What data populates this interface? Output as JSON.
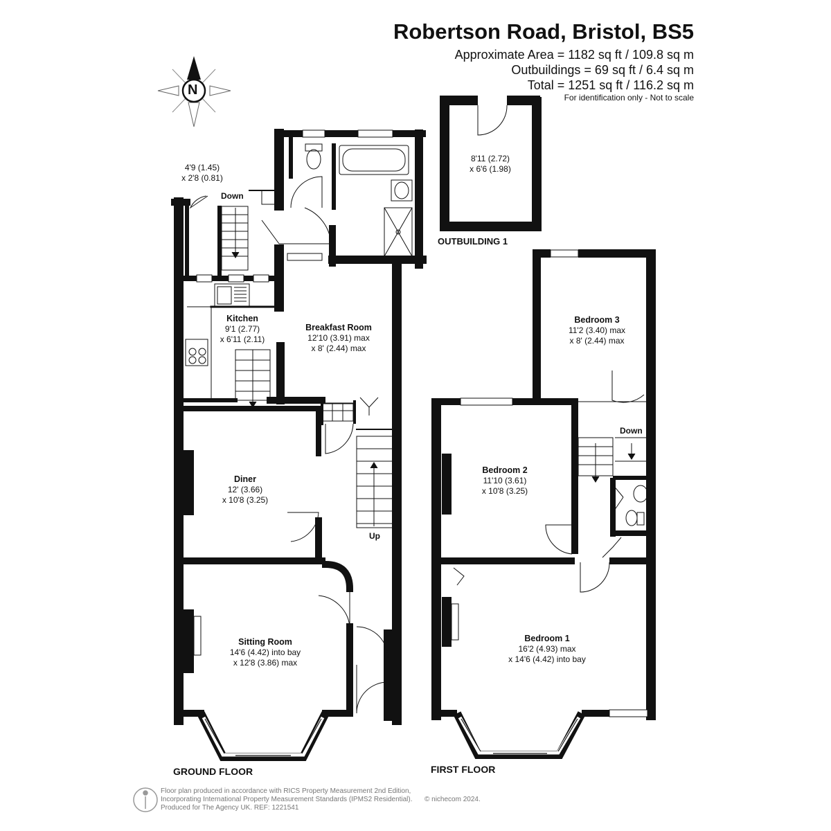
{
  "header": {
    "title": "Robertson Road, Bristol, BS5",
    "approx_area": "Approximate Area = 1182 sq ft / 109.8 sq m",
    "outbuildings": "Outbuildings = 69 sq ft / 6.4 sq m",
    "total": "Total = 1251 sq ft / 116.2 sq m",
    "disclaimer": "For identification only - Not to scale"
  },
  "compass": {
    "label": "N"
  },
  "ground_floor": {
    "label": "GROUND FLOOR",
    "store": {
      "line1": "4'9 (1.45)",
      "line2": "x 2'8 (0.81)"
    },
    "down_label": "Down",
    "up_label": "Up",
    "kitchen": {
      "name": "Kitchen",
      "dim1": "9'1 (2.77)",
      "dim2": "x 6'11 (2.11)"
    },
    "breakfast_room": {
      "name": "Breakfast Room",
      "dim1": "12'10 (3.91) max",
      "dim2": "x 8' (2.44) max"
    },
    "diner": {
      "name": "Diner",
      "dim1": "12' (3.66)",
      "dim2": "x 10'8 (3.25)"
    },
    "sitting_room": {
      "name": "Sitting Room",
      "dim1": "14'6 (4.42) into bay",
      "dim2": "x 12'8 (3.86) max"
    }
  },
  "outbuilding": {
    "label": "OUTBUILDING 1",
    "dim1": "8'11 (2.72)",
    "dim2": "x 6'6 (1.98)"
  },
  "first_floor": {
    "label": "FIRST FLOOR",
    "down_label": "Down",
    "bedroom3": {
      "name": "Bedroom 3",
      "dim1": "11'2 (3.40) max",
      "dim2": "x 8' (2.44) max"
    },
    "bedroom2": {
      "name": "Bedroom 2",
      "dim1": "11'10 (3.61)",
      "dim2": "x 10'8 (3.25)"
    },
    "bedroom1": {
      "name": "Bedroom 1",
      "dim1": "16'2 (4.93) max",
      "dim2": "x 14'6 (4.42) into bay"
    }
  },
  "footer": {
    "line1": "Floor plan produced in accordance with RICS Property Measurement 2nd Edition,",
    "line2": "Incorporating International Property Measurement Standards (IPMS2 Residential).",
    "line3": "Produced for The Agency UK.   REF:  1221541",
    "copyright": "© nichecom 2024."
  },
  "colors": {
    "wall": "#111111",
    "text": "#111111",
    "footer_text": "#777777"
  }
}
